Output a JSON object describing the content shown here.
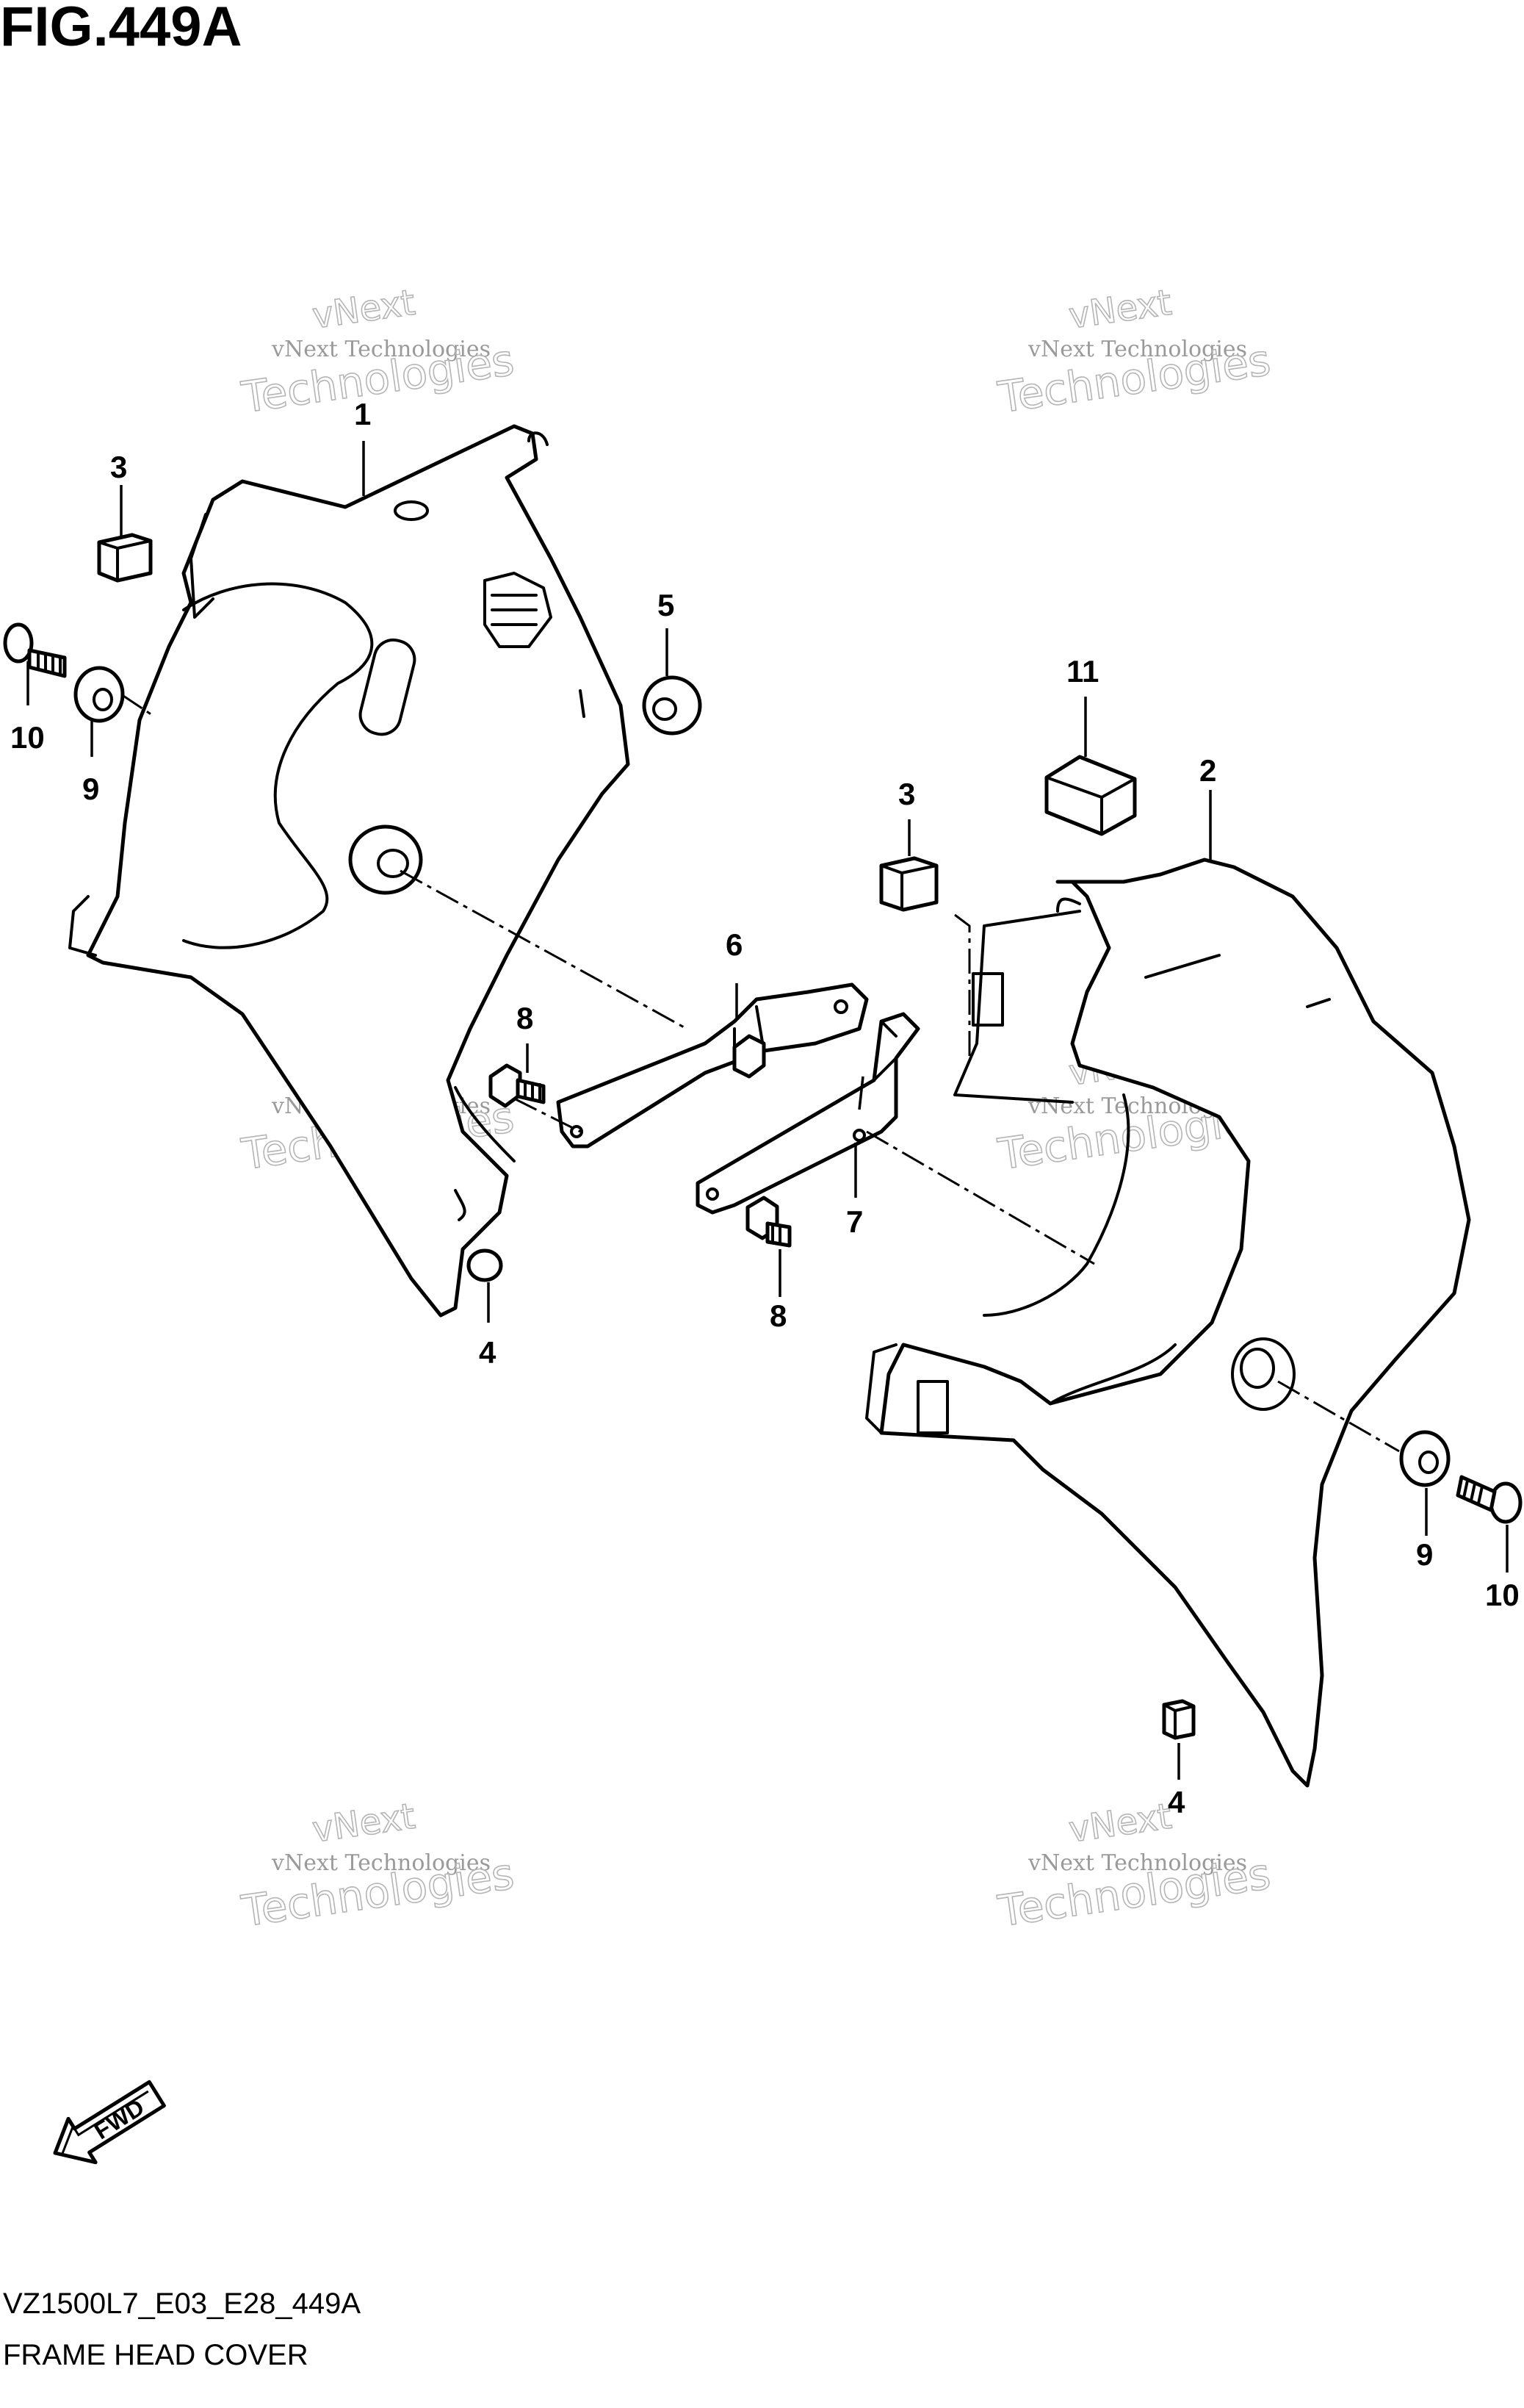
{
  "figure": {
    "title": "FIG.449A",
    "code": "VZ1500L7_E03_E28_449A",
    "name": "FRAME HEAD COVER",
    "fwd_label": "FWD"
  },
  "watermark": {
    "line1": "vNext Technologies",
    "line2": "Technologies",
    "line3": "vNext"
  },
  "callouts": [
    {
      "id": "c1",
      "label": "1"
    },
    {
      "id": "c3a",
      "label": "3"
    },
    {
      "id": "c5",
      "label": "5"
    },
    {
      "id": "c10a",
      "label": "10"
    },
    {
      "id": "c9a",
      "label": "9"
    },
    {
      "id": "c8a",
      "label": "8"
    },
    {
      "id": "c4a",
      "label": "4"
    },
    {
      "id": "c6",
      "label": "6"
    },
    {
      "id": "c7",
      "label": "7"
    },
    {
      "id": "c8b",
      "label": "8"
    },
    {
      "id": "c11",
      "label": "11"
    },
    {
      "id": "c2",
      "label": "2"
    },
    {
      "id": "c3b",
      "label": "3"
    },
    {
      "id": "c9b",
      "label": "9"
    },
    {
      "id": "c10b",
      "label": "10"
    },
    {
      "id": "c4b",
      "label": "4"
    }
  ]
}
